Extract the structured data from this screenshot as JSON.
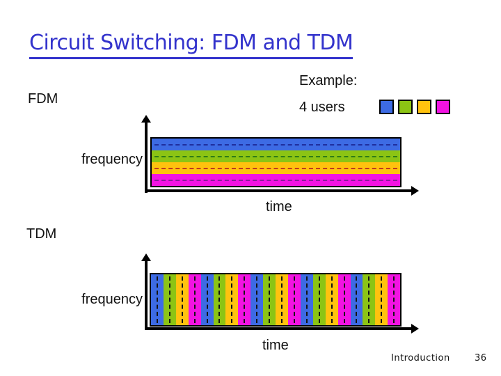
{
  "slide": {
    "title": "Circuit Switching: FDM and TDM",
    "title_color": "#3333CC",
    "example_label": "Example:",
    "users_label": "4 users",
    "footer_section": "Introduction",
    "footer_page": "36"
  },
  "users": {
    "count": 4,
    "colors": [
      "#3D6BE4",
      "#8CC414",
      "#FFC20E",
      "#F213E2"
    ]
  },
  "fdm": {
    "label": "FDM",
    "y_axis_label": "frequency",
    "x_axis_label": "time",
    "bands": [
      {
        "user": 1,
        "color": "#3D6BE4",
        "dash": "#1F2F9E"
      },
      {
        "user": 2,
        "color": "#8CC414",
        "dash": "#2F7C17"
      },
      {
        "user": 3,
        "color": "#FFC20E",
        "dash": "#BE3B1F"
      },
      {
        "user": 4,
        "color": "#F213E2",
        "dash": "#8B189B"
      }
    ]
  },
  "tdm": {
    "label": "TDM",
    "y_axis_label": "frequency",
    "x_axis_label": "time",
    "slot_count": 20,
    "cycle": [
      "#3D6BE4",
      "#8CC414",
      "#FFC20E",
      "#F213E2"
    ],
    "dash_color": "#141414"
  }
}
